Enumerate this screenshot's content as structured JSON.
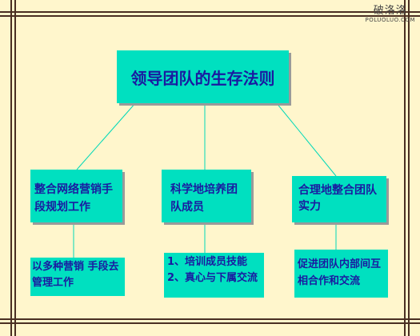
{
  "watermark": {
    "cn": "破洛洛",
    "en": "POLUOLUO.COM"
  },
  "diagram": {
    "title": "领导团队的生存法则",
    "branches": [
      {
        "label": "整合网络营销手段规划工作",
        "detail": "以多种营销 手段去管理工作"
      },
      {
        "label": "科学地培养团队成员",
        "detail": "1、培训成员技能 2、真心与下属交流"
      },
      {
        "label": "合理地整合团队实力",
        "detail": "促进团队内部间互相合作和交流"
      }
    ]
  },
  "colors": {
    "box": "#00e0c0",
    "text": "#1a1aa0",
    "background": "#fff6cc",
    "line": "#00d8b8"
  }
}
